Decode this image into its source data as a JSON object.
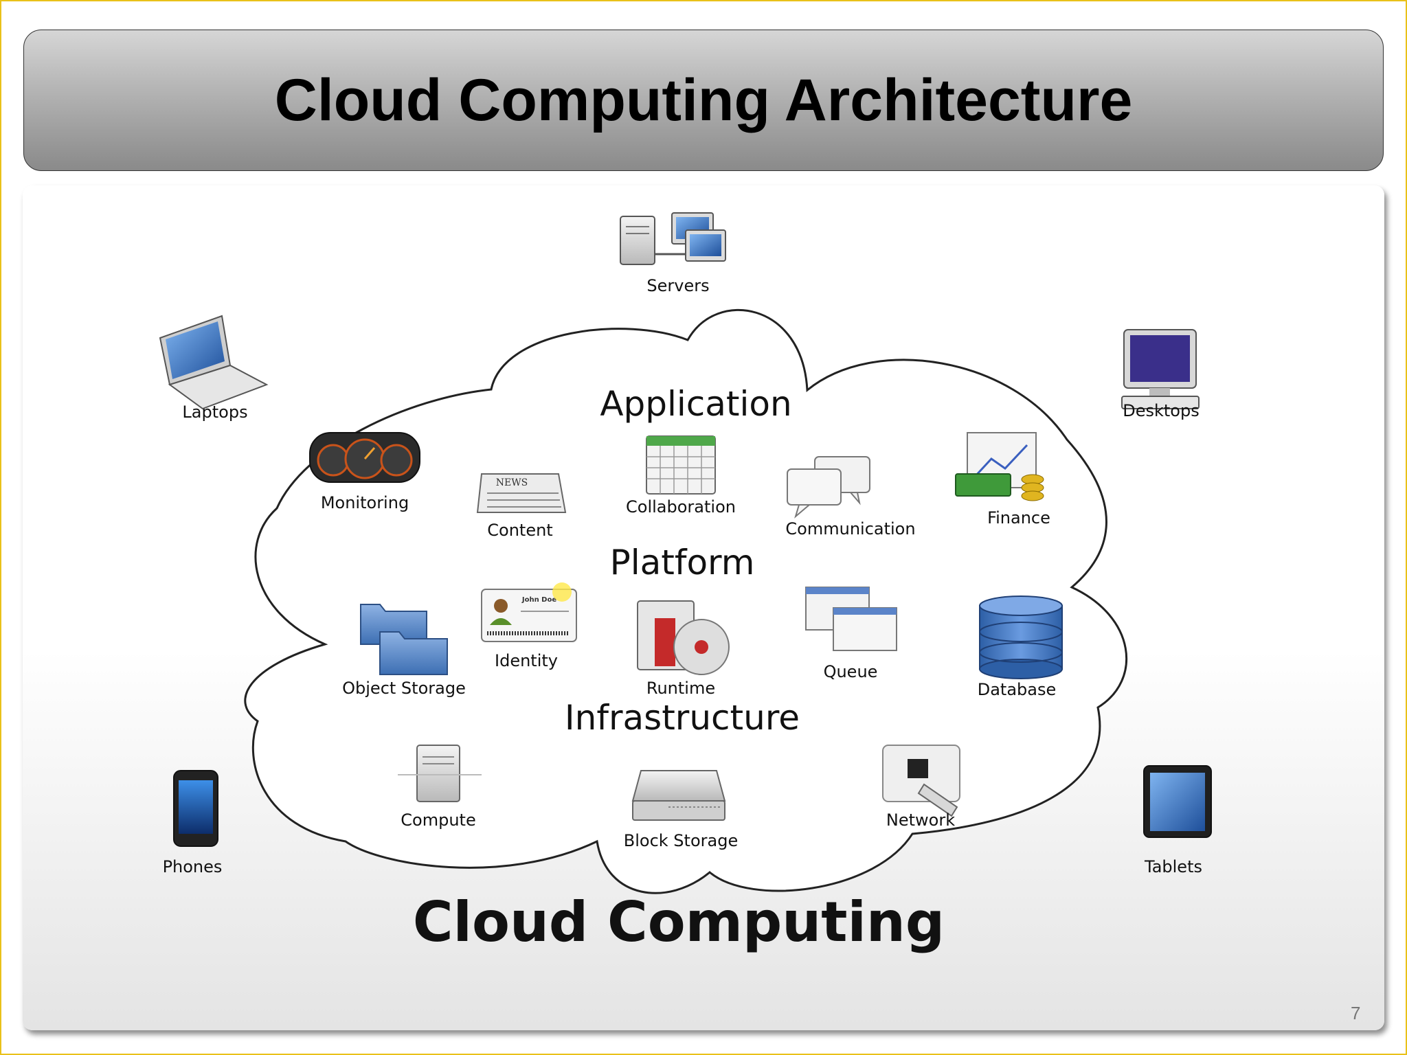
{
  "slide": {
    "title": "Cloud Computing Architecture",
    "page_number": "7"
  },
  "diagram": {
    "caption": "Cloud Computing",
    "layers": {
      "application": "Application",
      "platform": "Platform",
      "infrastructure": "Infrastructure"
    },
    "clients": {
      "servers": "Servers",
      "laptops": "Laptops",
      "desktops": "Desktops",
      "phones": "Phones",
      "tablets": "Tablets"
    },
    "application_items": {
      "monitoring": "Monitoring",
      "content": "Content",
      "collaboration": "Collaboration",
      "communication": "Communication",
      "finance": "Finance"
    },
    "platform_items": {
      "object_storage": "Object Storage",
      "identity": "Identity",
      "runtime": "Runtime",
      "queue": "Queue",
      "database": "Database"
    },
    "infrastructure_items": {
      "compute": "Compute",
      "block_storage": "Block Storage",
      "network": "Network"
    },
    "icon_text": {
      "news_paper": "NEWS",
      "id_card_name": "John Doe"
    }
  },
  "colors": {
    "frame_border": "#e9c11a",
    "title_bar_top": "#d6d6d6",
    "title_bar_bottom": "#8a8a8a",
    "accent_blue": "#2f6fc1",
    "cloud_outline": "#222222"
  }
}
